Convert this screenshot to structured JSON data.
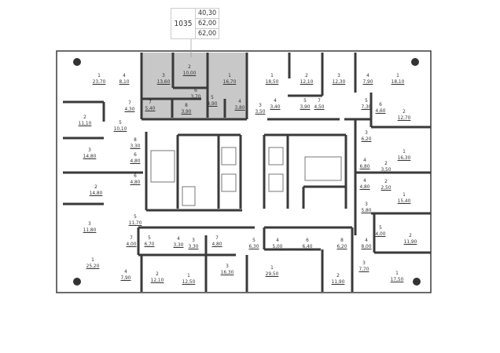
{
  "apartment_info": {
    "number": "1035",
    "values": [
      "40,30",
      "62,00",
      "62,00"
    ]
  },
  "colors": {
    "highlight": "#c8c8c8",
    "wall": "#3a3a3a"
  },
  "rooms": [
    {
      "n": "1",
      "a": "23,70"
    },
    {
      "n": "4",
      "a": "8,10"
    },
    {
      "n": "2",
      "a": "11,10"
    },
    {
      "n": "7",
      "a": "4,30"
    },
    {
      "n": "5",
      "a": "10,10"
    },
    {
      "n": "3",
      "a": "13,60"
    },
    {
      "n": "2",
      "a": "10,00"
    },
    {
      "n": "1",
      "a": "16,70"
    },
    {
      "n": "6",
      "a": "3,70"
    },
    {
      "n": "5",
      "a": "4,90"
    },
    {
      "n": "7",
      "a": "5,40"
    },
    {
      "n": "8",
      "a": "3,90"
    },
    {
      "n": "4",
      "a": "3,80"
    },
    {
      "n": "1",
      "a": "18,50"
    },
    {
      "n": "2",
      "a": "12,10"
    },
    {
      "n": "3",
      "a": "12,30"
    },
    {
      "n": "4",
      "a": "7,90"
    },
    {
      "n": "1",
      "a": "18,10"
    },
    {
      "n": "3",
      "a": "3,50"
    },
    {
      "n": "4",
      "a": "3,40"
    },
    {
      "n": "5",
      "a": "3,90"
    },
    {
      "n": "7",
      "a": "4,50"
    },
    {
      "n": "5",
      "a": "7,30"
    },
    {
      "n": "6",
      "a": "4,60"
    },
    {
      "n": "2",
      "a": "12,70"
    },
    {
      "n": "3",
      "a": "6,20"
    },
    {
      "n": "1",
      "a": "16,30"
    },
    {
      "n": "4",
      "a": "6,80"
    },
    {
      "n": "2",
      "a": "3,50"
    },
    {
      "n": "4",
      "a": "4,80"
    },
    {
      "n": "2",
      "a": "2,50"
    },
    {
      "n": "1",
      "a": "15,40"
    },
    {
      "n": "3",
      "a": "5,80"
    },
    {
      "n": "5",
      "a": "4,00"
    },
    {
      "n": "2",
      "a": "11,90"
    },
    {
      "n": "4",
      "a": "8,00"
    },
    {
      "n": "3",
      "a": "7,70"
    },
    {
      "n": "1",
      "a": "17,50"
    },
    {
      "n": "2",
      "a": "11,90"
    },
    {
      "n": "8",
      "a": "6,20"
    },
    {
      "n": "6",
      "a": "6,40"
    },
    {
      "n": "4",
      "a": "5,00"
    },
    {
      "n": "5",
      "a": "6,30"
    },
    {
      "n": "1",
      "a": "29,50"
    },
    {
      "n": "8",
      "a": "3,30"
    },
    {
      "n": "6",
      "a": "4,80"
    },
    {
      "n": "3",
      "a": "14,80"
    },
    {
      "n": "6",
      "a": "4,80"
    },
    {
      "n": "2",
      "a": "14,80"
    },
    {
      "n": "5",
      "a": "11,70"
    },
    {
      "n": "3",
      "a": "11,80"
    },
    {
      "n": "7",
      "a": "4,00"
    },
    {
      "n": "5",
      "a": "6,70"
    },
    {
      "n": "4",
      "a": "3,30"
    },
    {
      "n": "3",
      "a": "3,30"
    },
    {
      "n": "7",
      "a": "4,80"
    },
    {
      "n": "3",
      "a": "16,30"
    },
    {
      "n": "1",
      "a": "25,20"
    },
    {
      "n": "4",
      "a": "7,90"
    },
    {
      "n": "2",
      "a": "12,10"
    },
    {
      "n": "1",
      "a": "12,50"
    }
  ]
}
